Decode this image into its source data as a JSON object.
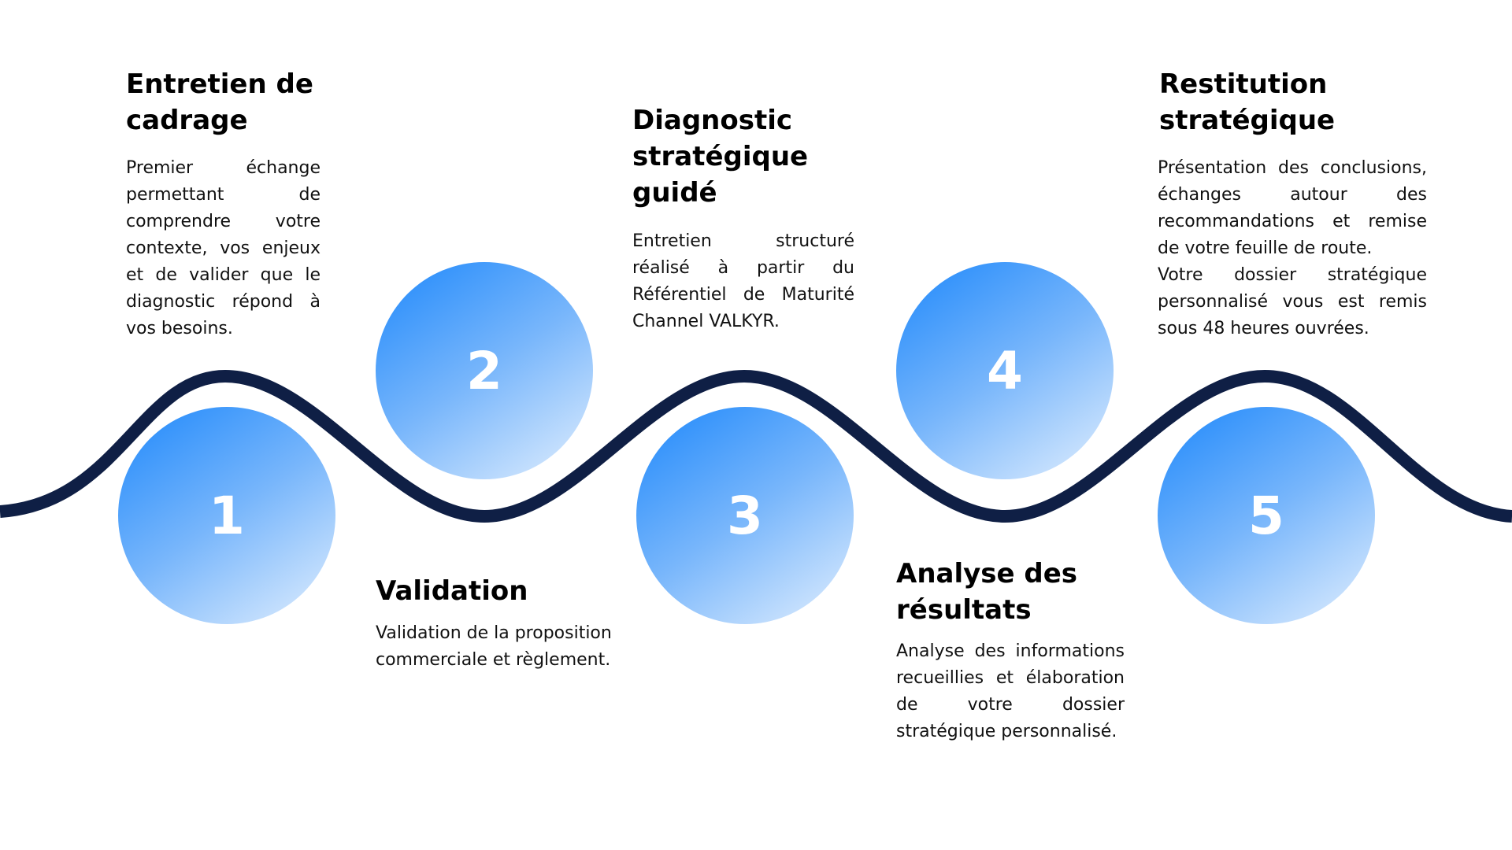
{
  "colors": {
    "wave": "#0f1f45",
    "circle_gradient_start": "#1e88fb",
    "circle_gradient_end": "#e2effe",
    "number": "#ffffff",
    "background": "#ffffff"
  },
  "steps": [
    {
      "number": "1",
      "title": "Entretien de cadrage",
      "description": [
        "Premier échange permettant de comprendre votre contexte, vos enjeux et de valider que le diagnostic répond à vos besoins."
      ]
    },
    {
      "number": "2",
      "title": "Validation",
      "description": [
        "Validation de la proposition commerciale et règlement."
      ]
    },
    {
      "number": "3",
      "title": "Diagnostic stratégique guidé",
      "description": [
        "Entretien structuré réalisé à partir du Référentiel de Maturité Channel VALKYR."
      ]
    },
    {
      "number": "4",
      "title": "Analyse des résultats",
      "description": [
        "Analyse des informations recueillies et élaboration de votre dossier stratégique personnalisé."
      ]
    },
    {
      "number": "5",
      "title": "Restitution stratégique",
      "description": [
        "Présentation des conclusions, échanges autour des recommandations et remise de votre feuille de route.",
        "Votre dossier stratégique personnalisé vous est remis sous 48 heures ouvrées."
      ]
    }
  ]
}
